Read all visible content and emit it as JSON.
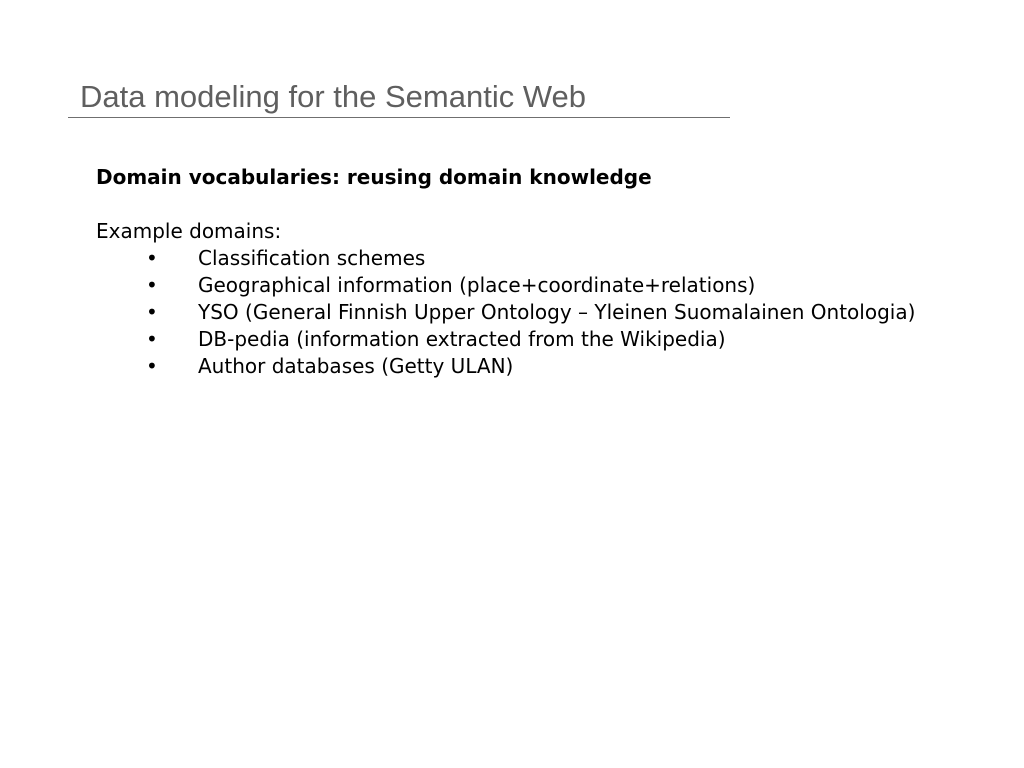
{
  "slide": {
    "title": "Data modeling for the Semantic Web",
    "heading": "Domain vocabularies: reusing domain knowledge",
    "intro": "Example domains:",
    "bullet_glyph": "•",
    "items": [
      "Classification schemes",
      "Geographical information (place+coordinate+relations)",
      "YSO (General Finnish Upper Ontology – Yleinen Suomalainen Ontologia)",
      "DB-pedia (information extracted from the Wikipedia)",
      "Author databases (Getty ULAN)"
    ]
  }
}
